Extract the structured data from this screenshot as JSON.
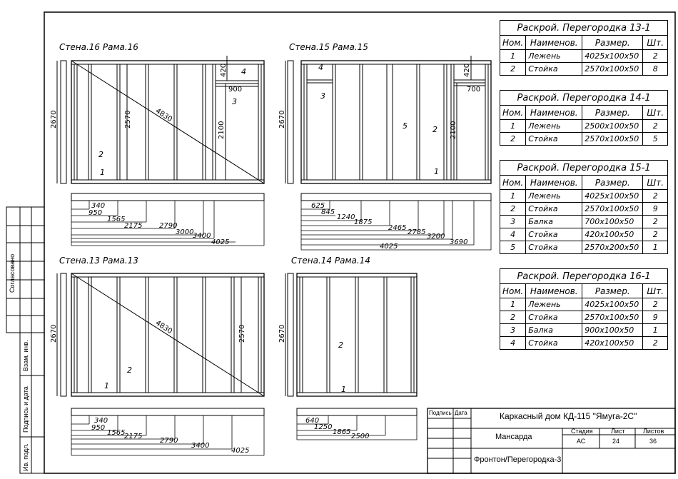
{
  "walls": [
    {
      "title": "Стена.16  Рама.16",
      "height": "2670",
      "stud_height": "2570",
      "diagonal": "4830",
      "header_height": "420",
      "header_length": "900",
      "window_height": "2100",
      "labels": [
        "1",
        "2",
        "3",
        "4"
      ],
      "dims": [
        "340",
        "950",
        "1565",
        "2175",
        "2790",
        "3000",
        "3400",
        "4025"
      ]
    },
    {
      "title": "Стена.15  Рама.15",
      "height": "2670",
      "header_height": "420",
      "header_length": "700",
      "window_height": "2100",
      "labels": [
        "1",
        "2",
        "3",
        "4",
        "5"
      ],
      "dims": [
        "625",
        "845",
        "1240",
        "1875",
        "2465",
        "2785",
        "3200",
        "3690",
        "4025"
      ]
    },
    {
      "title": "Стена.13  Рама.13",
      "height": "2670",
      "stud_height": "2570",
      "diagonal": "4830",
      "labels": [
        "1",
        "2"
      ],
      "dims": [
        "340",
        "950",
        "1565",
        "2175",
        "2790",
        "3400",
        "4025"
      ]
    },
    {
      "title": "Стена.14  Рама.14",
      "height": "2670",
      "labels": [
        "1",
        "2"
      ],
      "dims": [
        "640",
        "1250",
        "1865",
        "2500"
      ]
    }
  ],
  "tables": [
    {
      "caption": "Раскрой. Перегородка 13-1",
      "headers": [
        "Ном.",
        "Наименов.",
        "Размер.",
        "Шт."
      ],
      "rows": [
        [
          "1",
          "Лежень",
          "4025x100x50",
          "2"
        ],
        [
          "2",
          "Стойка",
          "2570x100x50",
          "8"
        ]
      ]
    },
    {
      "caption": "Раскрой. Перегородка 14-1",
      "headers": [
        "Ном.",
        "Наименов.",
        "Размер.",
        "Шт."
      ],
      "rows": [
        [
          "1",
          "Лежень",
          "2500x100x50",
          "2"
        ],
        [
          "2",
          "Стойка",
          "2570x100x50",
          "5"
        ]
      ]
    },
    {
      "caption": "Раскрой. Перегородка 15-1",
      "headers": [
        "Ном.",
        "Наименов.",
        "Размер.",
        "Шт."
      ],
      "rows": [
        [
          "1",
          "Лежень",
          "4025x100x50",
          "2"
        ],
        [
          "2",
          "Стойка",
          "2570x100x50",
          "9"
        ],
        [
          "3",
          "Балка",
          "700x100x50",
          "2"
        ],
        [
          "4",
          "Стойка",
          "420x100x50",
          "2"
        ],
        [
          "5",
          "Стойка",
          "2570x200x50",
          "1"
        ]
      ]
    },
    {
      "caption": "Раскрой. Перегородка 16-1",
      "headers": [
        "Ном.",
        "Наименов.",
        "Размер.",
        "Шт."
      ],
      "rows": [
        [
          "1",
          "Лежень",
          "4025x100x50",
          "2"
        ],
        [
          "2",
          "Стойка",
          "2570x100x50",
          "9"
        ],
        [
          "3",
          "Балка",
          "900x100x50",
          "1"
        ],
        [
          "4",
          "Стойка",
          "420x100x50",
          "2"
        ]
      ]
    }
  ],
  "stamp": {
    "project": "Каркасный дом КД-115 \"Ямуга-2С\"",
    "section": "Мансарда",
    "sheet_name": "Фронтон/Перегородка-3",
    "col_signature": "Подпись",
    "col_date": "Дата",
    "stage_label": "Стадия",
    "sheet_label": "Лист",
    "sheets_label": "Листов",
    "stage": "АС",
    "sheet": "24",
    "sheets": "36"
  },
  "side_labels": {
    "agreed": "Согласовано",
    "replaced_inv": "Взам. инв.",
    "sign_date": "Подпись и дата",
    "inv_orig": "Ив. подл."
  }
}
